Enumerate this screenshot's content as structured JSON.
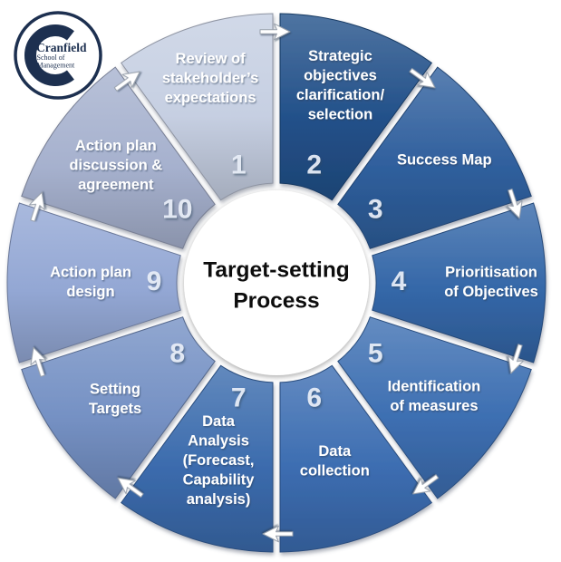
{
  "logo": {
    "brand": "Cranfield",
    "sub_line1": "School of",
    "sub_line2": "Management",
    "navy": "#1D3050"
  },
  "center": {
    "lines": [
      "Target-setting",
      "Process"
    ],
    "text_color": "#0D0D0D",
    "fill": "#FFFFFF"
  },
  "wheel": {
    "direction": "clockwise",
    "segments": [
      {
        "num": "1",
        "lines": [
          "Review of",
          "stakeholder’s",
          "expectations"
        ],
        "color": "#C6CFE2"
      },
      {
        "num": "2",
        "lines": [
          "Strategic",
          "objectives",
          "clarification/",
          "selection"
        ],
        "color": "#23518A"
      },
      {
        "num": "3",
        "lines": [
          "Success Map"
        ],
        "color": "#2F5F9D"
      },
      {
        "num": "4",
        "lines": [
          "Prioritisation",
          "of Objectives"
        ],
        "color": "#3467A8"
      },
      {
        "num": "5",
        "lines": [
          "Identification",
          "of measures"
        ],
        "color": "#3D6FB2"
      },
      {
        "num": "6",
        "lines": [
          "Data",
          "collection"
        ],
        "color": "#3C6DB1"
      },
      {
        "num": "7",
        "lines": [
          "Data",
          "Analysis",
          "(Forecast,",
          "Capability",
          "analysis)"
        ],
        "color": "#3B6BAD"
      },
      {
        "num": "8",
        "lines": [
          "Setting",
          "Targets"
        ],
        "color": "#7591C4"
      },
      {
        "num": "9",
        "lines": [
          "Action plan",
          "design"
        ],
        "color": "#93A7D4"
      },
      {
        "num": "10",
        "lines": [
          "Action plan",
          "discussion &",
          "agreement"
        ],
        "color": "#A6B1CE"
      }
    ],
    "colors": {
      "label_text": "#FFFFFF",
      "number_text": "#E9EFF8",
      "gap": "#FFFFFF",
      "arrow_fill": "#FFFFFF",
      "arrow_outline": "#98A0AC"
    }
  }
}
